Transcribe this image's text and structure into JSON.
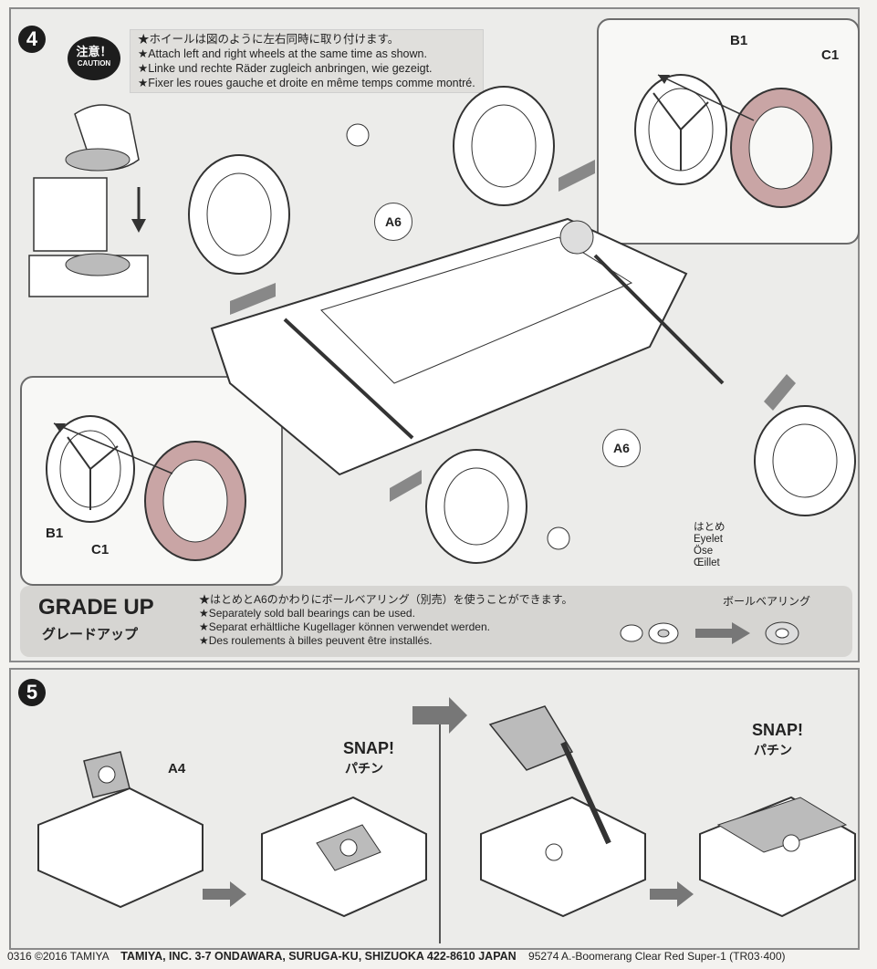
{
  "step4": {
    "number": "4",
    "caution_jp": "注意！",
    "caution_en": "CAUTION",
    "instructions": [
      "★ホイールは図のように左右同時に取り付けます。",
      "★Attach left and right wheels at the same time as shown.",
      "★Linke und rechte Räder zugleich anbringen, wie gezeigt.",
      "★Fixer les roues gauche et droite en même temps comme montré."
    ],
    "labels": {
      "b1_top": "B1",
      "c1_top": "C1",
      "a6_top": "A6",
      "a6_bottom": "A6",
      "b1_left": "B1",
      "c1_left": "C1"
    },
    "eyelet": [
      "はとめ",
      "Eyelet",
      "Öse",
      "Œillet"
    ],
    "grade_up": {
      "title": "GRADE UP",
      "subtitle": "グレードアップ",
      "lines": [
        "★はとめとA6のかわりにボールベアリング（別売）を使うことができます。",
        "★Separately sold ball bearings can be used.",
        "★Separat erhältliche Kugellager können verwendet werden.",
        "★Des roulements à billes peuvent être installés."
      ],
      "ball_bearing": "ボールベアリング"
    }
  },
  "step5": {
    "number": "5",
    "a4": "A4",
    "snap1": "SNAP!",
    "snap1_jp": "パチン",
    "snap2": "SNAP!",
    "snap2_jp": "パチン"
  },
  "footer": {
    "copyright": "0316 ©2016 TAMIYA",
    "address": "TAMIYA, INC.  3-7 ONDAWARA, SURUGA-KU, SHIZUOKA 422-8610 JAPAN",
    "model": "95274 A.-Boomerang Clear Red Super-1 (TR03·400)"
  }
}
